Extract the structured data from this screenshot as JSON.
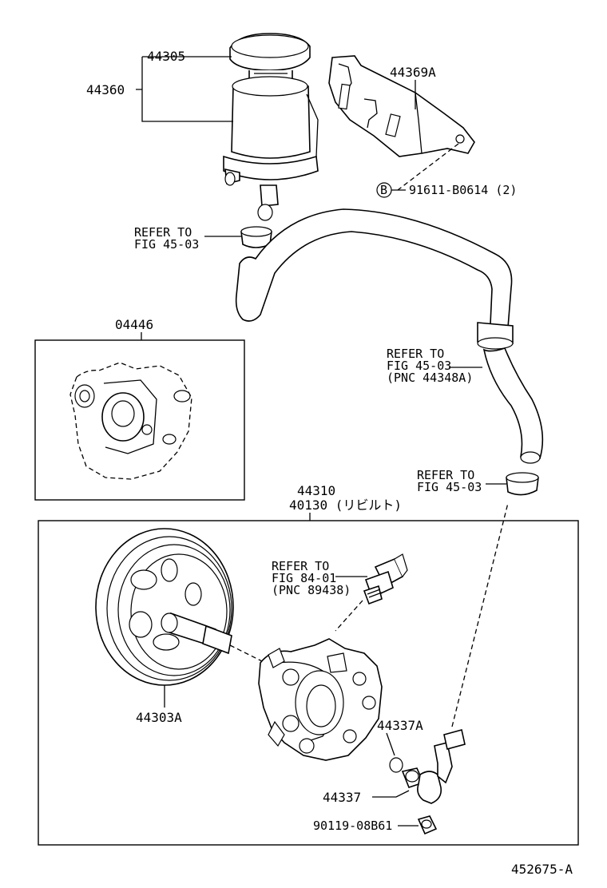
{
  "labels": {
    "p44305": "44305",
    "p44360": "44360",
    "p44369A": "44369A",
    "bolt_letter": "B",
    "p91611": "91611-B0614 (2)",
    "refer1_l1": "REFER TO",
    "refer1_l2": "FIG 45-03",
    "p04446": "04446",
    "refer2_l1": "REFER TO",
    "refer2_l2": "FIG 45-03",
    "refer2_l3": "(PNC 44348A)",
    "refer3_l1": "REFER TO",
    "refer3_l2": "FIG 45-03",
    "p44310": "44310",
    "p40130": "40130 (リビルト)",
    "refer4_l1": "REFER TO",
    "refer4_l2": "FIG 84-01",
    "refer4_l3": "(PNC 89438)",
    "p44303A": "44303A",
    "p44337A": "44337A",
    "p44337": "44337",
    "p90119": "90119-08B61",
    "figure_id": "452675-A"
  }
}
